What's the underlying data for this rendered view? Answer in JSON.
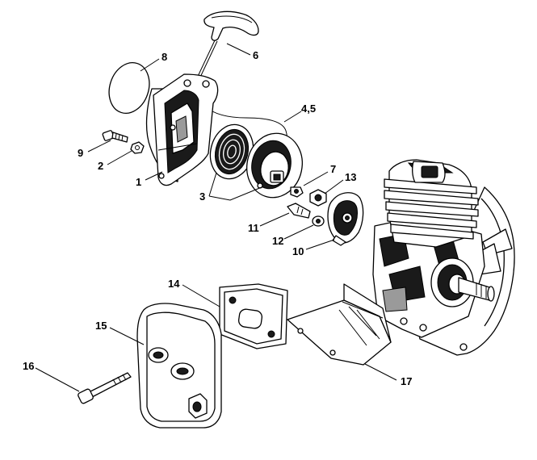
{
  "callouts": [
    {
      "id": "c8",
      "text": "8"
    },
    {
      "id": "c6",
      "text": "6"
    },
    {
      "id": "c45",
      "text": "4,5"
    },
    {
      "id": "c9",
      "text": "9"
    },
    {
      "id": "c2",
      "text": "2"
    },
    {
      "id": "c1",
      "text": "1"
    },
    {
      "id": "c3",
      "text": "3"
    },
    {
      "id": "c7",
      "text": "7"
    },
    {
      "id": "c13",
      "text": "13"
    },
    {
      "id": "c11",
      "text": "11"
    },
    {
      "id": "c12",
      "text": "12"
    },
    {
      "id": "c10",
      "text": "10"
    },
    {
      "id": "c14",
      "text": "14"
    },
    {
      "id": "c15",
      "text": "15"
    },
    {
      "id": "c16",
      "text": "16"
    },
    {
      "id": "c17",
      "text": "17"
    }
  ]
}
